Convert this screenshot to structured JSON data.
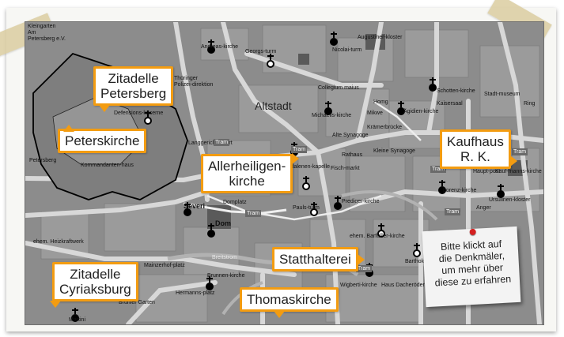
{
  "callouts": {
    "zitadelle_petersberg": {
      "line1": "Zitadelle",
      "line2": "Petersberg"
    },
    "peterskirche": {
      "line1": "Peterskirche"
    },
    "allerheiligenkirche": {
      "line1": "Allerheiligen-",
      "line2": "kirche"
    },
    "kaufhaus": {
      "line1": "Kaufhaus",
      "line2": "R. K."
    },
    "statthalterei": {
      "line1": "Statthalterei"
    },
    "zitadelle_cyriaksburg": {
      "line1": "Zitadelle",
      "line2": "Cyriaksburg"
    },
    "thomaskirche": {
      "line1": "Thomaskirche"
    }
  },
  "note": {
    "line1": "Bitte klickt auf",
    "line2": "die Denkmäler,",
    "line3": "um mehr über",
    "line4": "diese zu erfahren"
  },
  "map_labels": {
    "altstadt": "Altstadt",
    "kleingarten": "Kleingarten",
    "am": "Am",
    "petersberg_ev": "Petersberg e.V.",
    "defensionskaserne": "Defensions-kaserne",
    "kommandantenhaus": "Kommandanten-haus",
    "petersberg": "Petersberg",
    "thueringer": "Thüringer",
    "polizeidirektion": "Polizei-direktion",
    "langgericht": "Langgericht Erfurt",
    "severi": "Severi",
    "dom": "Dom",
    "domplatz": "Domplatz",
    "breitstrom": "Breitstrom",
    "andreaskirche": "Andreas-kirche",
    "georgsturm": "Georgs-turm",
    "nicolaiturm": "Nicolai-turm",
    "augustinerkloster": "Augustiner-kloster",
    "schottenkirche": "Schotten-kirche",
    "kaisersaal": "Kaisersaal",
    "stadtmuseum": "Stadt-museum",
    "aegidienkirche": "Ägidien-kirche",
    "kraemerbruecke": "Krämerbrücke",
    "mikwe": "Mikwe",
    "alte_synagoge": "Alte Synagoge",
    "kleine_synagoge": "Kleine Synagoge",
    "rathaus": "Rathaus",
    "fischmarkt": "Fisch-markt",
    "michaeliskirche": "Michaelis-kirche",
    "collegium_maius": "Collegium maius",
    "magdalenenkapelle": "Magdalenen-kapelle",
    "paulsturm": "Pauls-turm",
    "predigerkirche": "Prediger-kirche",
    "barfuesserkirche": "ehem. Barfüßer-kirche",
    "lorenzkirche": "Lorenz-kirche",
    "hauptpost": "Haupt-post",
    "kaufmannskirche": "Kauf-manns-kirche",
    "ursulinenkloster": "Ursulinen-kloster",
    "anger": "Anger",
    "brunnenkirche": "Brunnen-kirche",
    "bruehler_garten": "Brühler Garten",
    "mainzerhofplatz": "Mainzerhof-platz",
    "hermannsplatz": "Hermanns-platz",
    "wigbertikirche": "Wigberti-kirche",
    "haus_dacheroeden": "Haus Dacheröden",
    "bartholomaeusturm": "Bartholo-mäusturm",
    "heizkraftwerk": "ehem. Heizkraftwerk",
    "martini": "Martini",
    "ring": "Ring",
    "homg": "Homg",
    "tram": "Tram"
  },
  "colors": {
    "callout_border": "#f39c11",
    "map_background": "#8c8c8c",
    "pin": "#d42020"
  }
}
